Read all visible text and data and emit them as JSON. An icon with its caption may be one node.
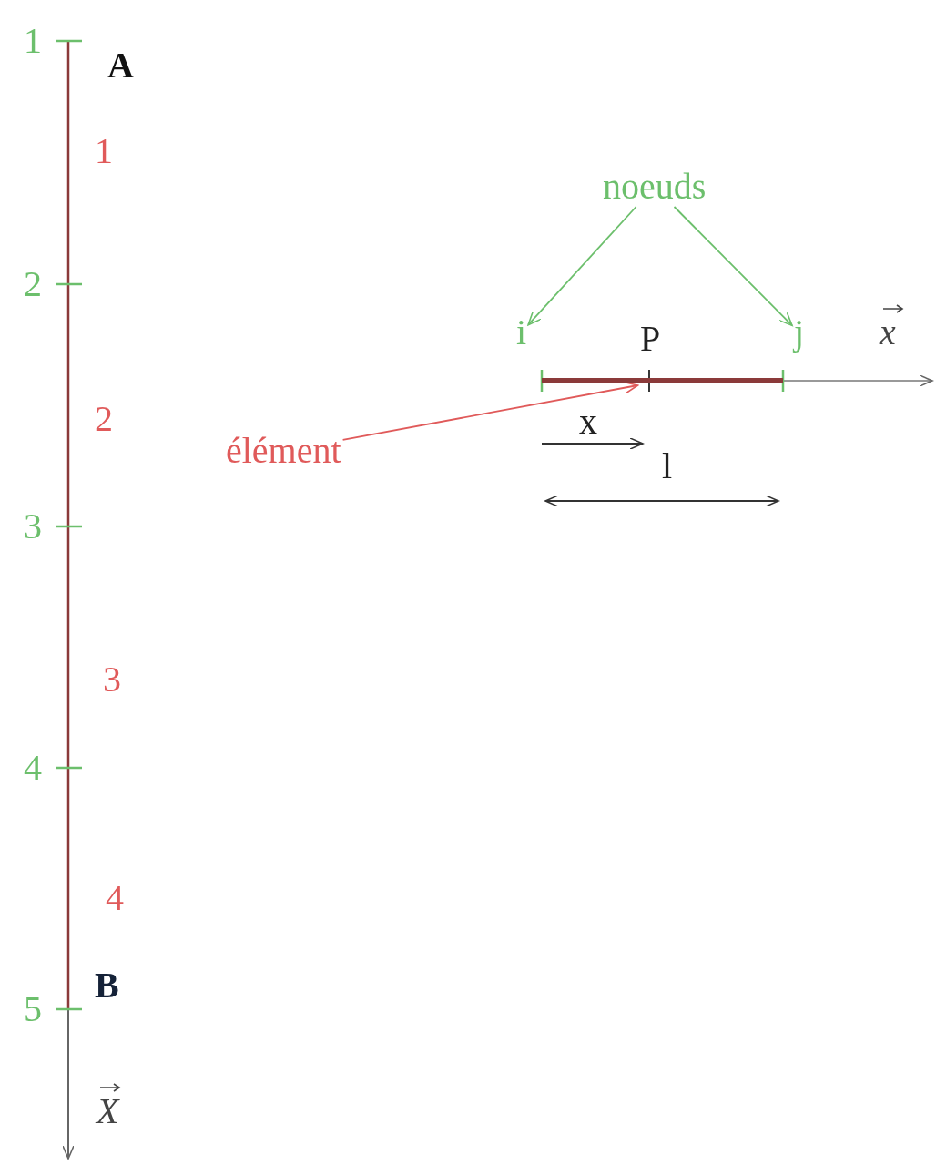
{
  "diagram": {
    "nodes": [
      {
        "text": [
          "noeuds"
        ]
      },
      {
        "text": [
          "i"
        ]
      },
      {
        "text": [
          "j"
        ]
      },
      {
        "text": [
          "élément"
        ]
      },
      {
        "text": [],
        "shape": "bar"
      }
    ],
    "edges": [
      {
        "from": 0,
        "to": 1,
        "arrow": "to"
      },
      {
        "from": 0,
        "to": 2,
        "arrow": "to"
      },
      {
        "from": 3,
        "to": 4,
        "arrow": "to",
        "color": "#e05a5a"
      }
    ],
    "labels": [
      "1",
      "A",
      "1",
      "2",
      "P",
      "x",
      "2",
      "x",
      "l",
      "3",
      "3",
      "4",
      "4",
      "5",
      "B",
      "X"
    ]
  }
}
